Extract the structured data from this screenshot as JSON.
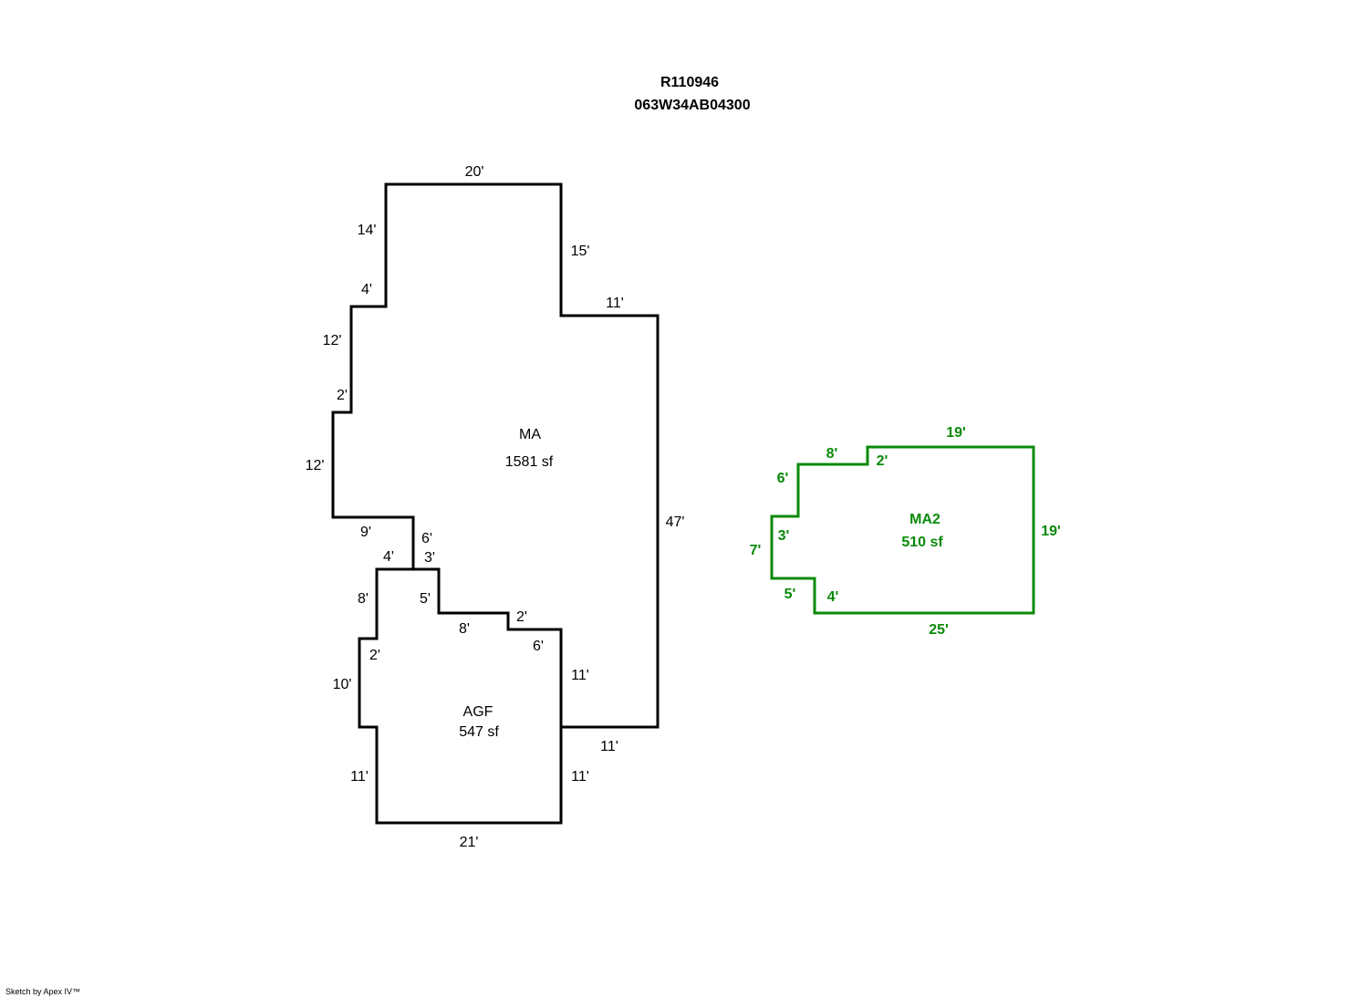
{
  "header": {
    "account": "R110946",
    "map_tax_lot": "063W34AB04300"
  },
  "colors": {
    "main_outline": "#000000",
    "ma2_outline": "#0a8a0a"
  },
  "areas": {
    "ma": {
      "label": "MA",
      "area": "1581 sf",
      "dims": [
        "20'",
        "15'",
        "11'",
        "47'",
        "11'",
        "11'",
        "6'",
        "2'",
        "8'",
        "5'",
        "3'",
        "6'",
        "9'",
        "12'",
        "2'",
        "12'",
        "4'",
        "14'",
        "4'"
      ]
    },
    "agf": {
      "label": "AGF",
      "area": "547 sf",
      "dims": [
        "8'",
        "2'",
        "10'",
        "11'",
        "21'",
        "11'"
      ]
    },
    "ma2": {
      "label": "MA2",
      "area": "510 sf",
      "dims": [
        "19'",
        "19'",
        "25'",
        "4'",
        "5'",
        "7'",
        "3'",
        "6'",
        "8'",
        "2'"
      ]
    }
  },
  "footer": "Sketch by Apex IV™"
}
